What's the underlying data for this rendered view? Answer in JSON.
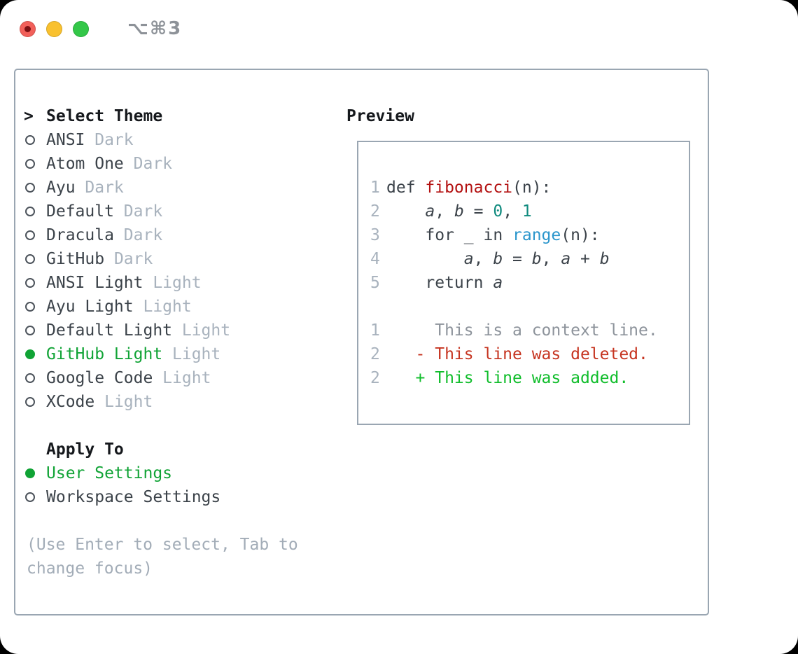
{
  "colors": {
    "accent-green": "#10a335",
    "text-dark": "#3b4249",
    "text-black": "#15181c",
    "muted": "#a8b2bd",
    "hint": "#a2acb7",
    "border": "#9aa6b2",
    "radio-ring": "#4c535b",
    "func-red": "#b31111",
    "num-teal": "#0f8a7e",
    "builtin-blue": "#2b96cc",
    "context-gray": "#8d939b",
    "diff-red": "#c63420",
    "diff-green": "#10bd2b",
    "traffic-red": "#f2605a",
    "traffic-red-dot": "#7c1013",
    "traffic-yellow": "#f9c12f",
    "traffic-green": "#33c748",
    "titlebar-gray": "#8d9298"
  },
  "titlebar": {
    "shortcut": "⌥⌘3"
  },
  "theme_picker": {
    "cursor": ">",
    "title": "Select Theme",
    "items": [
      {
        "name": "ANSI",
        "variant": "Dark",
        "selected": false
      },
      {
        "name": "Atom One",
        "variant": "Dark",
        "selected": false
      },
      {
        "name": "Ayu",
        "variant": "Dark",
        "selected": false
      },
      {
        "name": "Default",
        "variant": "Dark",
        "selected": false
      },
      {
        "name": "Dracula",
        "variant": "Dark",
        "selected": false
      },
      {
        "name": "GitHub",
        "variant": "Dark",
        "selected": false
      },
      {
        "name": "ANSI Light",
        "variant": "Light",
        "selected": false
      },
      {
        "name": "Ayu Light",
        "variant": "Light",
        "selected": false
      },
      {
        "name": "Default Light",
        "variant": "Light",
        "selected": false
      },
      {
        "name": "GitHub Light",
        "variant": "Light",
        "selected": true
      },
      {
        "name": "Google Code",
        "variant": "Light",
        "selected": false
      },
      {
        "name": "XCode",
        "variant": "Light",
        "selected": false
      }
    ],
    "apply_to": {
      "title": "Apply To",
      "options": [
        {
          "label": "User Settings",
          "selected": true
        },
        {
          "label": "Workspace Settings",
          "selected": false
        }
      ]
    },
    "hint_lines": [
      "(Use Enter to select, Tab to",
      "change focus)"
    ]
  },
  "preview": {
    "title": "Preview",
    "lines": [
      {
        "num": "1",
        "tokens": [
          [
            "plain",
            "def "
          ],
          [
            "function",
            "fibonacci"
          ],
          [
            "plain",
            "(n):"
          ]
        ]
      },
      {
        "num": "2",
        "tokens": [
          [
            "plain",
            "    "
          ],
          [
            "variable",
            "a"
          ],
          [
            "plain",
            ", "
          ],
          [
            "variable",
            "b"
          ],
          [
            "plain",
            " = "
          ],
          [
            "number",
            "0"
          ],
          [
            "plain",
            ", "
          ],
          [
            "number",
            "1"
          ]
        ]
      },
      {
        "num": "3",
        "tokens": [
          [
            "plain",
            "    for _ in "
          ],
          [
            "builtin",
            "range"
          ],
          [
            "plain",
            "(n):"
          ]
        ]
      },
      {
        "num": "4",
        "tokens": [
          [
            "plain",
            "        "
          ],
          [
            "variable",
            "a"
          ],
          [
            "plain",
            ", "
          ],
          [
            "variable",
            "b"
          ],
          [
            "plain",
            " = "
          ],
          [
            "variable",
            "b"
          ],
          [
            "plain",
            ", "
          ],
          [
            "variable",
            "a"
          ],
          [
            "plain",
            " + "
          ],
          [
            "variable",
            "b"
          ]
        ]
      },
      {
        "num": "5",
        "tokens": [
          [
            "plain",
            "    return "
          ],
          [
            "variable",
            "a"
          ]
        ]
      },
      {
        "num": "",
        "tokens": []
      },
      {
        "num": "1",
        "tokens": [
          [
            "context",
            "     This is a context line."
          ]
        ]
      },
      {
        "num": "2",
        "tokens": [
          [
            "deleted",
            "   - This line was deleted."
          ]
        ]
      },
      {
        "num": "2",
        "tokens": [
          [
            "added",
            "   + This line was added."
          ]
        ]
      }
    ]
  }
}
